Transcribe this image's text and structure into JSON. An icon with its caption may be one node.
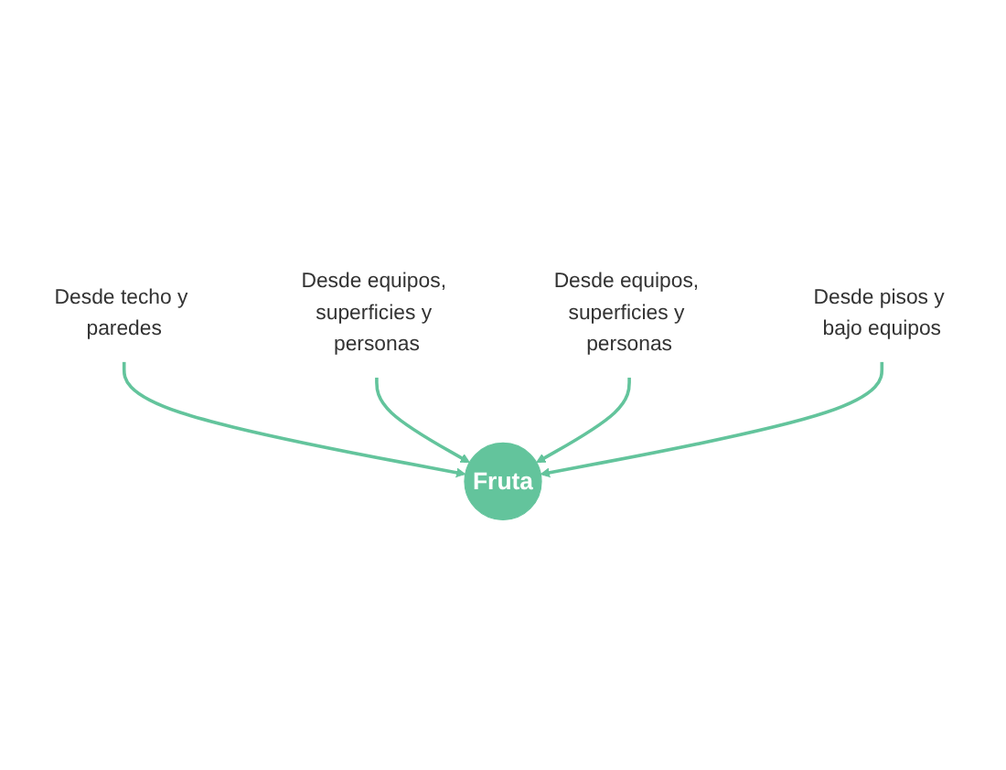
{
  "diagram": {
    "nodes": [
      {
        "text": [
          "Desde techo y paredes"
        ]
      },
      {
        "text": [
          "Desde equipos, superficies y personas"
        ]
      },
      {
        "text": [
          "Fruta"
        ]
      },
      {
        "text": [
          "Desde equipos, superficies y personas"
        ]
      },
      {
        "text": [
          "Desde pisos y bajo equipos"
        ]
      }
    ],
    "edges": [
      {
        "from": 0,
        "to": 2,
        "arrow": "to"
      },
      {
        "from": 1,
        "to": 2,
        "arrow": "to"
      },
      {
        "from": 3,
        "to": 2,
        "arrow": "to"
      },
      {
        "from": 4,
        "to": 2,
        "arrow": "to"
      }
    ]
  }
}
